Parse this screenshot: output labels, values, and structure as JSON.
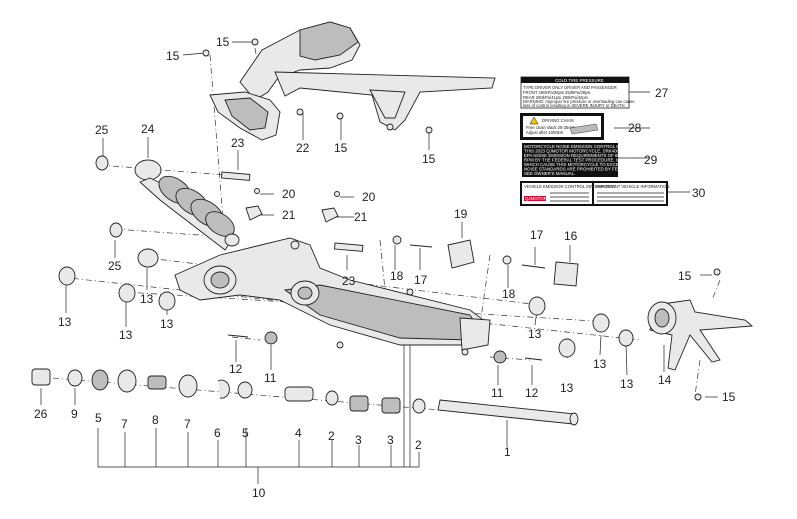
{
  "callouts": {
    "c1": "1",
    "c2a": "2",
    "c2b": "2",
    "c3a": "3",
    "c3b": "3",
    "c4": "4",
    "c5a": "5",
    "c5b": "5",
    "c6": "6",
    "c7a": "7",
    "c7b": "7",
    "c8": "8",
    "c9": "9",
    "c10": "10",
    "c11a": "11",
    "c11b": "11",
    "c12a": "12",
    "c12b": "12",
    "c13a": "13",
    "c13b": "13",
    "c13c": "13",
    "c13d": "13",
    "c13e": "13",
    "c13f": "13",
    "c13g": "13",
    "c13h": "13",
    "c14": "14",
    "c15a": "15",
    "c15b": "15",
    "c15c": "15",
    "c15d": "15",
    "c15e": "15",
    "c15f": "15",
    "c16": "16",
    "c17a": "17",
    "c17b": "17",
    "c18a": "18",
    "c18b": "18",
    "c19": "19",
    "c20a": "20",
    "c20b": "20",
    "c21a": "21",
    "c21b": "21",
    "c22": "22",
    "c23a": "23",
    "c23b": "23",
    "c24": "24",
    "c25a": "25",
    "c25b": "25",
    "c26": "26",
    "c27": "27",
    "c28": "28",
    "c29": "29",
    "c30": "30"
  },
  "labels": {
    "tire_title": "COLD TIRE PRESSURE",
    "tire_row1": "TYPE    DRIVER ONLY    DRIVER AND PASSENGER",
    "tire_row2": "FRONT  250kPa/36psi    250kPa/36psi",
    "tire_row3": "REAR    280kPa/41psi    290kPa/42psi",
    "tire_warn1": "WARNING: Improper tire pressure or overloading can cause",
    "tire_warn2": "loss of control resulting in SEVERE INJURY or DEATH.",
    "chain_title": "DRIVING CHAIN",
    "chain_line1": "Free chain slack 25-35mm",
    "chain_line2": "Adjust after 1000km",
    "noise_l1": "MOTORCYCLE NOISE EMISSION CONTROL INFORMATION",
    "noise_l2": "THIS 2023 QJMOTOR MOTORCYCLE, SRK400RS, MEETS",
    "noise_l3": "EPA NOISE EMISSION REQUIREMENTS OF 80dB(A) AT 3500",
    "noise_l4": "RPM BY THE FEDERAL TEST PROCEDURE. MODIFICATIONS",
    "noise_l5": "WHICH CAUSE THIS MOTORCYCLE TO EXCEED FEDERAL",
    "noise_l6": "NOISE STANDARDS ARE PROHIBITED BY FEDERAL LAW.",
    "noise_l7": "SEE OWNER'S MANUAL.",
    "emis_left": "VEHICLE EMISSION CONTROL INFORMATION",
    "emis_right": "IMPORTANT VEHICLE INFORMATION",
    "emis_brand": "QJMOTOR"
  }
}
